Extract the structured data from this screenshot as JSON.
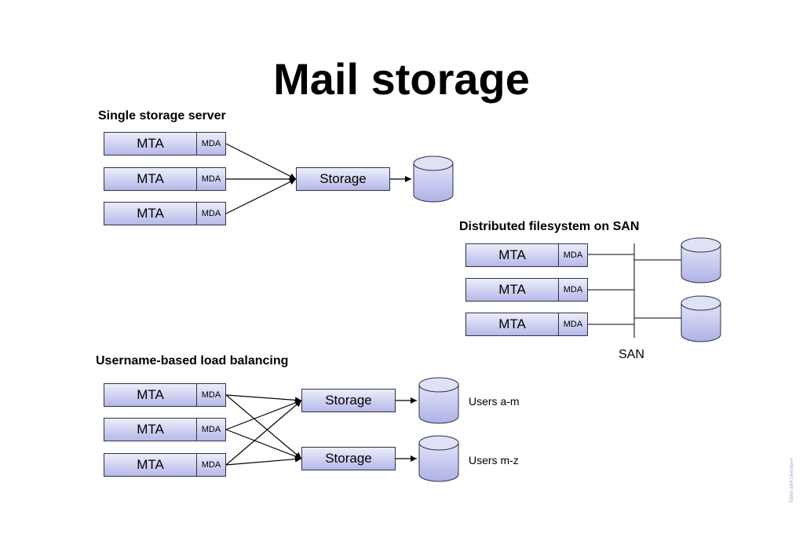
{
  "title": "Mail storage",
  "sections": {
    "single": {
      "heading": "Single storage server",
      "rows": [
        {
          "mta": "MTA",
          "mda": "MDA"
        },
        {
          "mta": "MTA",
          "mda": "MDA"
        },
        {
          "mta": "MTA",
          "mda": "MDA"
        }
      ],
      "storage": "Storage"
    },
    "san": {
      "heading": "Distributed filesystem on SAN",
      "rows": [
        {
          "mta": "MTA",
          "mda": "MDA"
        },
        {
          "mta": "MTA",
          "mda": "MDA"
        },
        {
          "mta": "MTA",
          "mda": "MDA"
        }
      ],
      "san_label": "SAN"
    },
    "balancing": {
      "heading": "Username-based load balancing",
      "rows": [
        {
          "mta": "MTA",
          "mda": "MDA"
        },
        {
          "mta": "MTA",
          "mda": "MDA"
        },
        {
          "mta": "MTA",
          "mda": "MDA"
        }
      ],
      "storages": [
        {
          "label": "Storage",
          "users": "Users a-m"
        },
        {
          "label": "Storage",
          "users": "Users m-z"
        }
      ]
    }
  },
  "copyright": "©2003–2004 David Byers",
  "colors": {
    "box_top": "#eceefb",
    "box_bottom": "#b6b9e8",
    "outline": "#303048"
  }
}
